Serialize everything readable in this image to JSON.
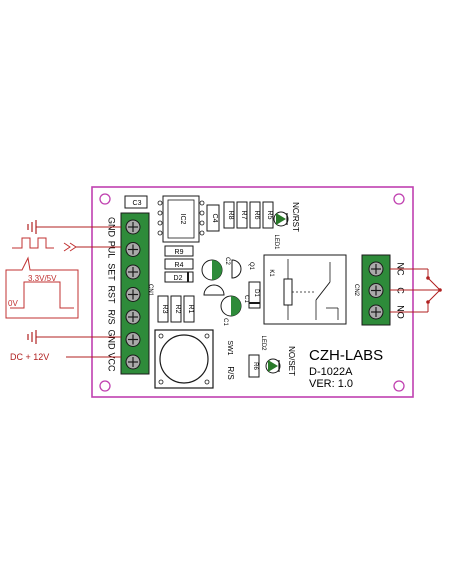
{
  "colors": {
    "board_outline": "#c040b0",
    "silk": "#1a1a1a",
    "terminal_green": "#2e8b3a",
    "screw_gray": "#aaaaaa",
    "wire_red": "#b02020",
    "signal_red": "#c03030",
    "led_green": "#2a7a2a"
  },
  "left_terminal_pins": [
    "GND",
    "PUL",
    "SET",
    "RST",
    "R/S",
    "GND",
    "VCC"
  ],
  "right_terminal_pins": [
    "NC",
    "C",
    "NO"
  ],
  "components": {
    "c3": "C3",
    "ic2": "IC2",
    "c4": "C4",
    "r8": "R8",
    "r7": "R7",
    "r6": "R6",
    "r5": "R5",
    "led1": "LED1",
    "nc_rst": "NC/RST",
    "r9": "R9",
    "r4": "R4",
    "d2": "D2",
    "c2": "C2",
    "q1": "Q1",
    "d1": "D1",
    "cn1": "CN1",
    "r3": "R3",
    "r2": "R2",
    "r1": "R1",
    "c1_right": "C1",
    "c1_left": "C1",
    "k1": "K1",
    "cn2": "CN2",
    "sw1": "SW1",
    "rs": "R/S",
    "led2": "LED2",
    "r6_lower": "R6",
    "no_set": "NO/SET"
  },
  "brand": {
    "name": "CZH-LABS",
    "model": "D-1022A",
    "version": "VER: 1.0"
  },
  "signal_labels": {
    "high": "3.3V/5V",
    "low": "0V",
    "power": "DC + 12V"
  }
}
